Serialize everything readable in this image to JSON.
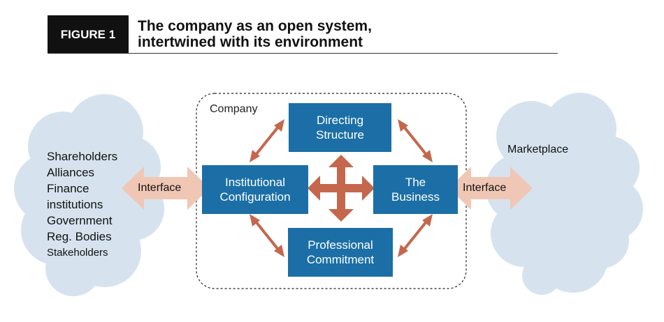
{
  "header": {
    "figure_label": "FIGURE 1",
    "title_lines": [
      "The company as an open system,",
      "intertwined with its environment"
    ]
  },
  "company": {
    "label": "Company",
    "boxes": {
      "directing": {
        "lines": [
          "Directing",
          "Structure"
        ]
      },
      "institutional": {
        "lines": [
          "Institutional",
          "Configuration"
        ]
      },
      "business": {
        "lines": [
          "The",
          "Business"
        ]
      },
      "professional": {
        "lines": [
          "Professional",
          "Commitment"
        ]
      }
    }
  },
  "left_environment": {
    "items": [
      "Shareholders",
      "Alliances",
      "Finance",
      "institutions",
      "Government",
      "Reg. Bodies",
      "Stakeholders"
    ]
  },
  "right_environment": {
    "label": "Marketplace"
  },
  "interfaces": {
    "left_label": "Interface",
    "right_label": "Interface"
  },
  "colors": {
    "box_blue": "#1b6fa6",
    "cloud_blue": "#d6e3ef",
    "arrow_red": "#c5674c",
    "interface_peach": "#f0c7b4"
  }
}
